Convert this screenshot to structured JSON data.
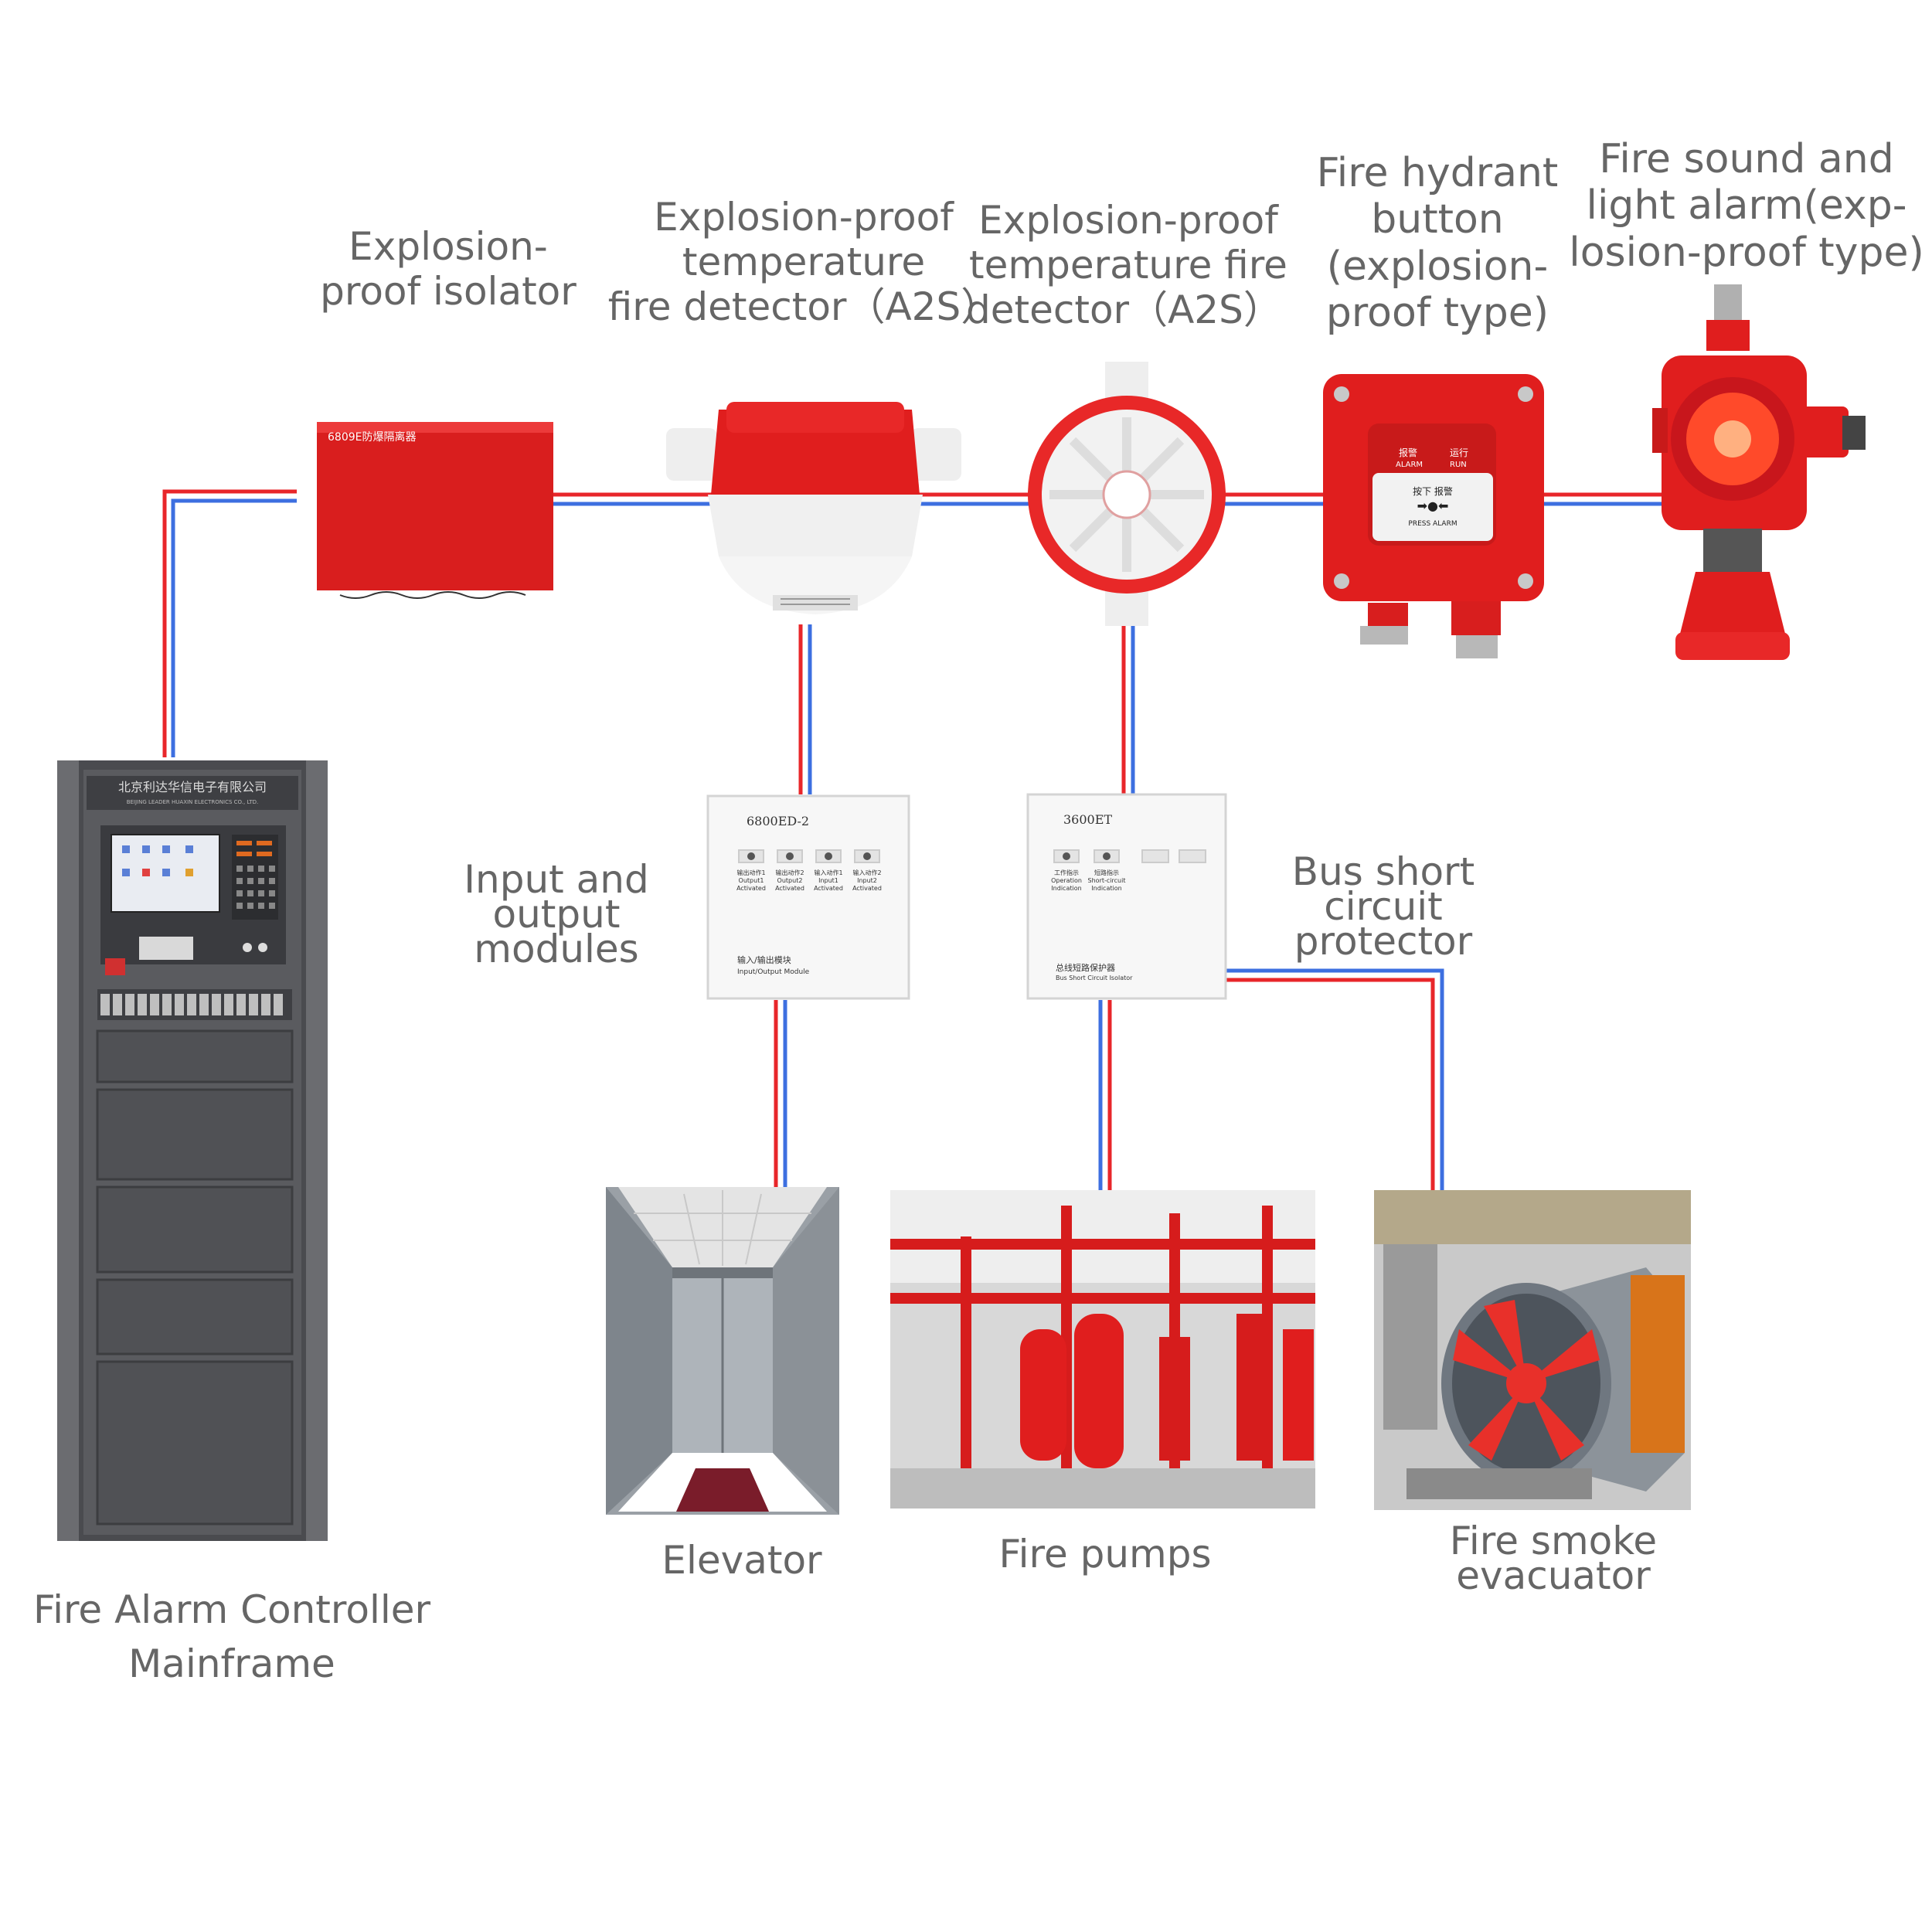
{
  "colors": {
    "wire_red": "#e8262a",
    "wire_blue": "#3d6fe0",
    "device_red": "#e01e1e",
    "cabinet": "#56575b",
    "label": "#666666"
  },
  "labels": {
    "isolator": [
      "Explosion-",
      "proof isolator"
    ],
    "detector1": [
      "Explosion-proof",
      "temperature",
      "fire detector（A2S）"
    ],
    "detector2": [
      "Explosion-proof",
      "temperature fire",
      "detector（A2S）"
    ],
    "hydrant": [
      "Fire hydrant",
      "button",
      "(explosion-",
      "proof type)"
    ],
    "alarm": [
      "Fire  sound and",
      "light alarm(exp-",
      "losion-proof type)"
    ],
    "io_module": [
      "Input and output",
      "modules"
    ],
    "bus_protector": [
      "Bus short circuit",
      "protector"
    ],
    "controller": [
      "Fire Alarm Controller",
      "Mainframe"
    ],
    "elevator": [
      "Elevator"
    ],
    "fire_pumps": [
      "Fire pumps"
    ],
    "smoke_evacuator": [
      "Fire smoke",
      "evacuator"
    ]
  },
  "device_text": {
    "isolator_model": "6809E防爆隔离器",
    "io_model": "6800ED-2",
    "io_name_cn": "输入/输出模块",
    "io_name_en": "Input/Output Module",
    "io_leds": [
      {
        "cn": "输出动作1",
        "en1": "Output1",
        "en2": "Activated"
      },
      {
        "cn": "输出动作2",
        "en1": "Output2",
        "en2": "Activated"
      },
      {
        "cn": "输入动作1",
        "en1": "Input1",
        "en2": "Activated"
      },
      {
        "cn": "输入动作2",
        "en1": "Input2",
        "en2": "Activated"
      }
    ],
    "bus_model": "3600ET",
    "bus_name_cn": "总线短路保护器",
    "bus_name_en": "Bus Short Circuit Isolator",
    "bus_leds": [
      {
        "cn": "工作指示",
        "en1": "Operation",
        "en2": "Indication"
      },
      {
        "cn": "短路指示",
        "en1": "Short-circuit",
        "en2": "Indication"
      }
    ],
    "hydrant_alarm_cn": "报警",
    "hydrant_alarm_en": "ALARM",
    "hydrant_run_cn": "运行",
    "hydrant_run_en": "RUN",
    "hydrant_press_cn": "按下  报警",
    "hydrant_press_en": "PRESS ALARM",
    "controller_company_cn": "北京利达华信电子有限公司",
    "controller_company_en": "BEIJING LEADER HUAXIN ELECTRONICS CO., LTD."
  }
}
